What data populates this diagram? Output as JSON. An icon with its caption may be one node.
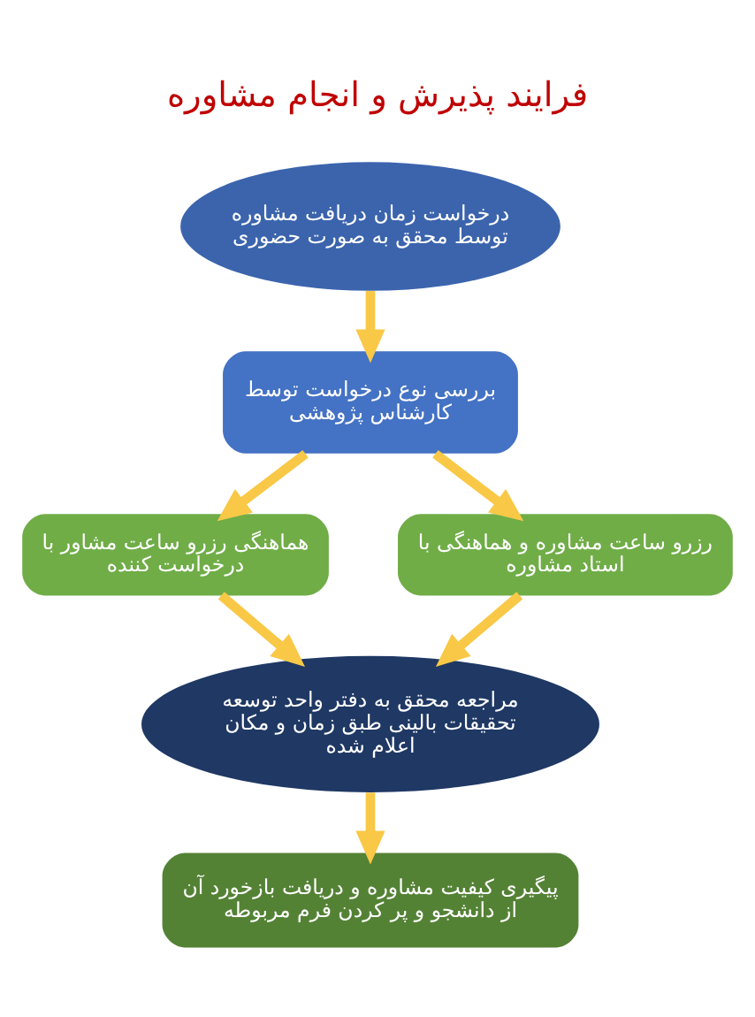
{
  "diagram": {
    "title": "فرایند پذیرش و انجام مشاوره",
    "nodes": [
      {
        "text": [
          "درخواست زمان دریافت مشاوره توسط محقق به صورت حضوری"
        ]
      },
      {
        "text": [
          "بررسی نوع درخواست توسط کارشناس پژوهشی"
        ]
      },
      {
        "text": [
          "رزرو ساعت مشاوره و هماهنگی با استاد مشاوره"
        ]
      },
      {
        "text": [
          "هماهنگی رزرو ساعت مشاور با درخواست کننده"
        ]
      },
      {
        "text": [
          "مراجعه محقق به دفتر واحد توسعه تحقیقات بالینی طبق زمان و مکان اعلام شده"
        ]
      },
      {
        "text": [
          "پیگیری کیفیت مشاوره و دریافت بازخورد آن از دانشجو و پر کردن فرم مربوطه"
        ]
      }
    ],
    "edges": [
      {
        "from": 0,
        "to": 1,
        "arrow": "to"
      },
      {
        "from": 1,
        "to": 2,
        "arrow": "to"
      },
      {
        "from": 1,
        "to": 3,
        "arrow": "to"
      },
      {
        "from": 2,
        "to": 4,
        "arrow": "to"
      },
      {
        "from": 3,
        "to": 4,
        "arrow": "to"
      },
      {
        "from": 4,
        "to": 5,
        "arrow": "to"
      }
    ]
  }
}
